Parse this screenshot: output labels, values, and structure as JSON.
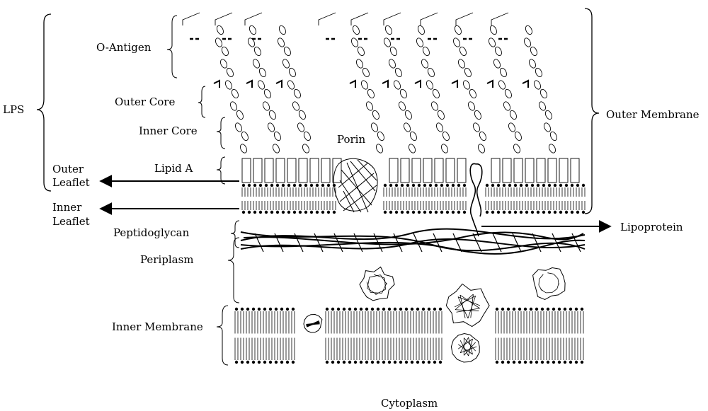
{
  "labels": {
    "lps": "LPS",
    "o_antigen": "O-Antigen",
    "outer_core": "Outer Core",
    "inner_core": "Inner Core",
    "porin": "Porin",
    "lipid_a": "Lipid A",
    "outer_membrane": "Outer Membrane",
    "outer_leaflet_1": "Outer",
    "outer_leaflet_2": "Leaflet",
    "inner_leaflet_1": "Inner",
    "inner_leaflet_2": "Leaflet",
    "peptidoglycan": "Peptidoglycan",
    "lipoprotein": "Lipoprotein",
    "periplasm": "Periplasm",
    "inner_membrane": "Inner Membrane",
    "cytoplasm": "Cytoplasm"
  },
  "colors": {
    "ink": "#000000",
    "background": "#ffffff"
  }
}
